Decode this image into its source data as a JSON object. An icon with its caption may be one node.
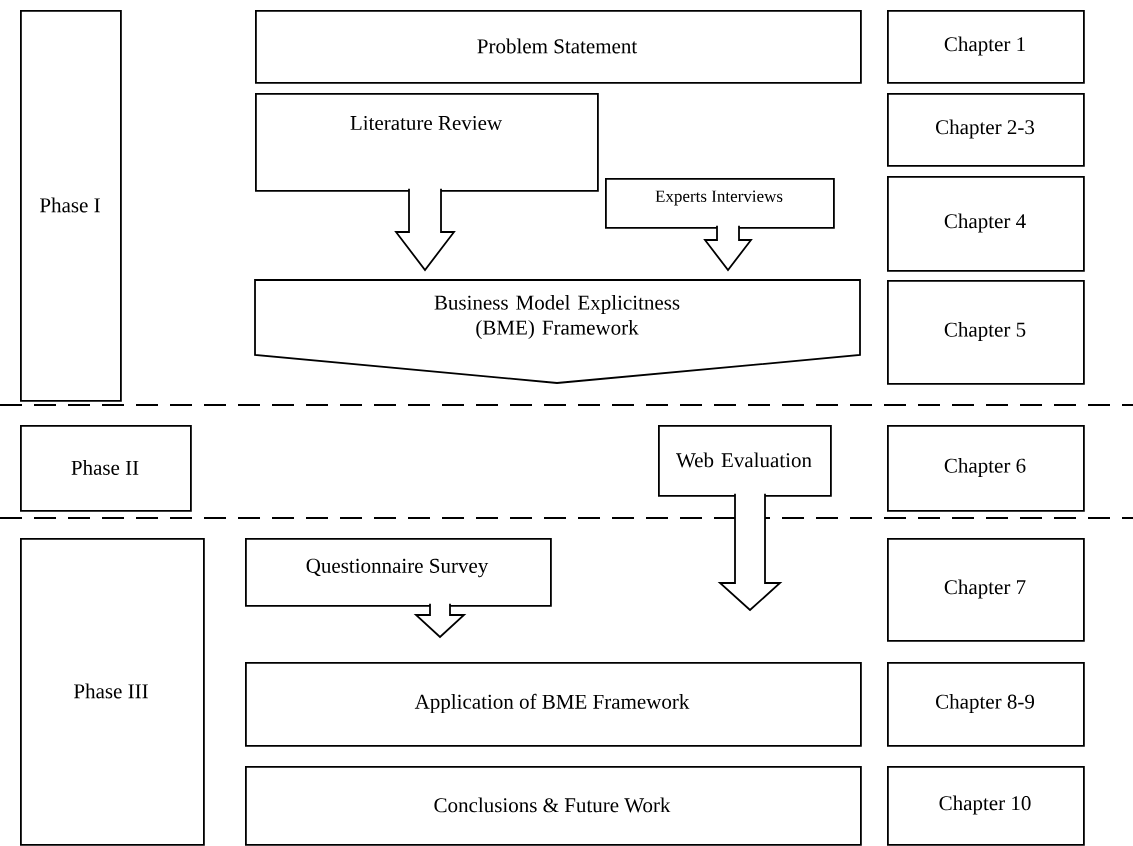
{
  "diagram": {
    "nodes": [
      {
        "text": [
          "Phase I"
        ]
      },
      {
        "text": [
          "Problem Statement"
        ]
      },
      {
        "text": [
          "Chapter 1"
        ]
      },
      {
        "text": [
          "Literature Review"
        ]
      },
      {
        "text": [
          "Chapter 2-3"
        ]
      },
      {
        "text": [
          "Experts Interviews"
        ]
      },
      {
        "text": [
          "Chapter 4"
        ]
      },
      {
        "text": [
          "Business Model Explicitness (BME) Framework"
        ]
      },
      {
        "text": [
          "Chapter 5"
        ]
      },
      {
        "text": [
          "Phase II"
        ]
      },
      {
        "text": [
          "Web Evaluation"
        ]
      },
      {
        "text": [
          "Chapter 6"
        ]
      },
      {
        "text": [
          "Phase III"
        ]
      },
      {
        "text": [
          "Questionnaire Survey"
        ]
      },
      {
        "text": [
          "Chapter 7"
        ]
      },
      {
        "text": [
          "Application of BME Framework"
        ]
      },
      {
        "text": [
          "Chapter 8-9"
        ]
      },
      {
        "text": [
          "Conclusions & Future Work"
        ]
      },
      {
        "text": [
          "Chapter 10"
        ]
      }
    ],
    "edges": [
      {
        "from": 3,
        "to": 7,
        "arrow": "to"
      },
      {
        "from": 5,
        "to": 7,
        "arrow": "to"
      },
      {
        "from": 10,
        "to": 15,
        "arrow": "to"
      },
      {
        "from": 13,
        "to": 15,
        "arrow": "to"
      }
    ]
  }
}
